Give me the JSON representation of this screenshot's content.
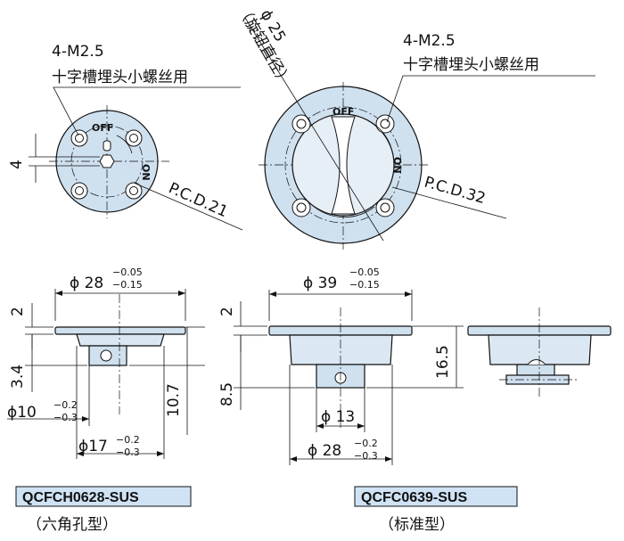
{
  "top_left": {
    "screw_note_line1": "4-M2.5",
    "screw_note_line2": "十字槽埋头小螺丝用",
    "pcd": "P.C.D.21",
    "dim_4": "4",
    "off": "OFF",
    "on": "ON"
  },
  "top_right": {
    "phi25": "ϕ 25",
    "knob_note": "（旋钮直径）",
    "screw_note_line1": "4-M2.5",
    "screw_note_line2": "十字槽埋头小螺丝用",
    "pcd": "P.C.D.32",
    "off": "OFF",
    "on": "ON"
  },
  "side_left": {
    "phi28": "ϕ 28",
    "phi28_tol_upper": "−0.05",
    "phi28_tol_lower": "−0.15",
    "dim_2": "2",
    "dim_3_4": "3.4",
    "dim_10_7": "10.7",
    "phi10": "ϕ10",
    "phi10_tol_upper": "−0.2",
    "phi10_tol_lower": "−0.3",
    "phi17": "ϕ17",
    "phi17_tol_upper": "−0.2",
    "phi17_tol_lower": "−0.3"
  },
  "side_right": {
    "phi39": "ϕ 39",
    "phi39_tol_upper": "−0.05",
    "phi39_tol_lower": "−0.15",
    "dim_2": "2",
    "dim_8_5": "8.5",
    "dim_16_5": "16.5",
    "phi13": "ϕ 13",
    "phi28": "ϕ 28",
    "phi28_tol_upper": "−0.2",
    "phi28_tol_lower": "−0.3"
  },
  "models": {
    "left_code": "QCFCH0628-SUS",
    "left_type": "（六角孔型）",
    "right_code": "QCFC0639-SUS",
    "right_type": "（标准型）"
  },
  "colors": {
    "part_fill": "#cfe0ef",
    "label_fill": "#cfe3f5",
    "stroke": "#111111"
  }
}
